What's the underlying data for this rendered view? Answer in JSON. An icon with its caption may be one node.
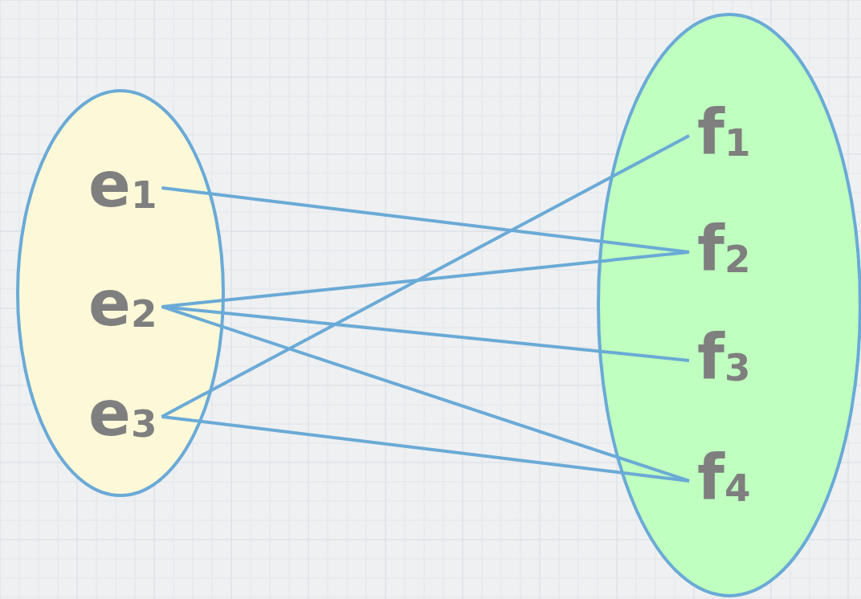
{
  "diagram": {
    "nodes": [
      {
        "text": [],
        "shape": "ellipse"
      },
      {
        "text": [
          "e$_{1}$"
        ],
        "in": 0
      },
      {
        "text": [
          "e$_{2}$"
        ],
        "in": 0
      },
      {
        "text": [
          "e$_{3}$"
        ],
        "in": 0
      },
      {
        "text": [],
        "shape": "ellipse"
      },
      {
        "text": [
          "f$_{1}$"
        ],
        "in": 4
      },
      {
        "text": [
          "f$_{2}$"
        ],
        "in": 4
      },
      {
        "text": [
          "f$_{3}$"
        ],
        "in": 4
      },
      {
        "text": [
          "f$_{4}$"
        ],
        "in": 4
      }
    ],
    "edges": [
      {
        "from": 1,
        "to": 6,
        "arrow": "none"
      },
      {
        "from": 2,
        "to": 6,
        "arrow": "none"
      },
      {
        "from": 2,
        "to": 7,
        "arrow": "none"
      },
      {
        "from": 2,
        "to": 8,
        "arrow": "none"
      },
      {
        "from": 3,
        "to": 5,
        "arrow": "none"
      },
      {
        "from": 3,
        "to": 8,
        "arrow": "none"
      }
    ]
  }
}
